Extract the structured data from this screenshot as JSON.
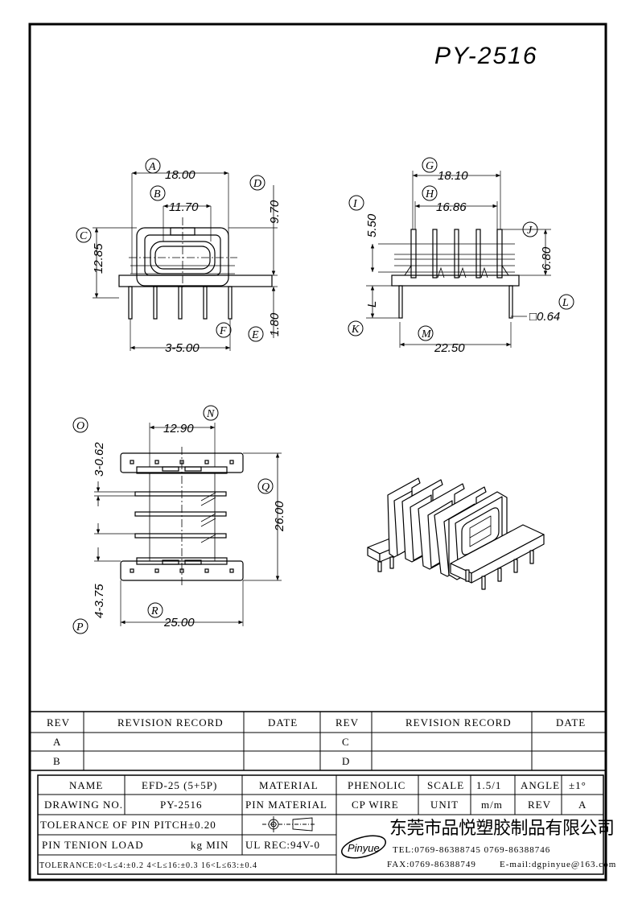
{
  "part_number": "PY-2516",
  "views": {
    "front": {
      "A": {
        "label": "A",
        "value": "18.00"
      },
      "B": {
        "label": "B",
        "value": "11.70"
      },
      "C": {
        "label": "C",
        "value": "12.85"
      },
      "D": {
        "label": "D",
        "value": "9.70"
      },
      "E": {
        "label": "E",
        "value": "1.80"
      },
      "F": {
        "label": "F",
        "value": "3-5.00"
      }
    },
    "side": {
      "G": {
        "label": "G",
        "value": "18.10"
      },
      "H": {
        "label": "H",
        "value": "16.86"
      },
      "I": {
        "label": "I",
        "value": "5.50"
      },
      "J": {
        "label": "J",
        "value": "6.80"
      },
      "K": {
        "label": "K",
        "value": "L"
      },
      "L": {
        "label": "L",
        "value": "□0.64"
      },
      "M": {
        "label": "M",
        "value": "22.50"
      }
    },
    "bottom": {
      "N": {
        "label": "N",
        "value": "12.90"
      },
      "O": {
        "label": "O",
        "value": "3-0.62"
      },
      "P": {
        "label": "P",
        "value": "4-3.75"
      },
      "Q": {
        "label": "Q",
        "value": "26.00"
      },
      "R": {
        "label": "R",
        "value": "25.00"
      }
    }
  },
  "revision_table": {
    "headers": [
      "REV",
      "REVISION RECORD",
      "DATE",
      "REV",
      "REVISION RECORD",
      "DATE"
    ],
    "rows": [
      [
        "A",
        "",
        "",
        "C",
        "",
        ""
      ],
      [
        "B",
        "",
        "",
        "D",
        "",
        ""
      ]
    ]
  },
  "title_block": {
    "name_label": "NAME",
    "name_value": "EFD-25 (5+5P)",
    "material_label": "MATERIAL",
    "material_value": "PHENOLIC",
    "scale_label": "SCALE",
    "scale_value": "1.5/1",
    "angle_label": "ANGLE",
    "angle_value": "±1°",
    "drawing_no_label": "DRAWING NO.",
    "drawing_no_value": "PY-2516",
    "pin_material_label": "PIN MATERIAL",
    "pin_material_value": "CP WIRE",
    "unit_label": "UNIT",
    "unit_value": "m/m",
    "rev_label": "REV",
    "rev_value": "A",
    "tolerance_pitch": "TOLERANCE OF PIN PITCH±0.20",
    "pin_tension": "PIN TENION LOAD",
    "pin_tension_unit": "kg MIN",
    "ul_rec": "UL REC:94V-0",
    "tolerance_general": "TOLERANCE:0<L≤4:±0.2  4<L≤16:±0.3  16<L≤63:±0.4"
  },
  "company": {
    "logo_text": "Pinyue",
    "name_cn": "东莞市品悦塑胶制品有限公司",
    "tel": "TEL:0769-86388745    0769-86388746",
    "fax": "FAX:0769-86388749",
    "email": "E-mail:dgpinyue@163.com"
  }
}
